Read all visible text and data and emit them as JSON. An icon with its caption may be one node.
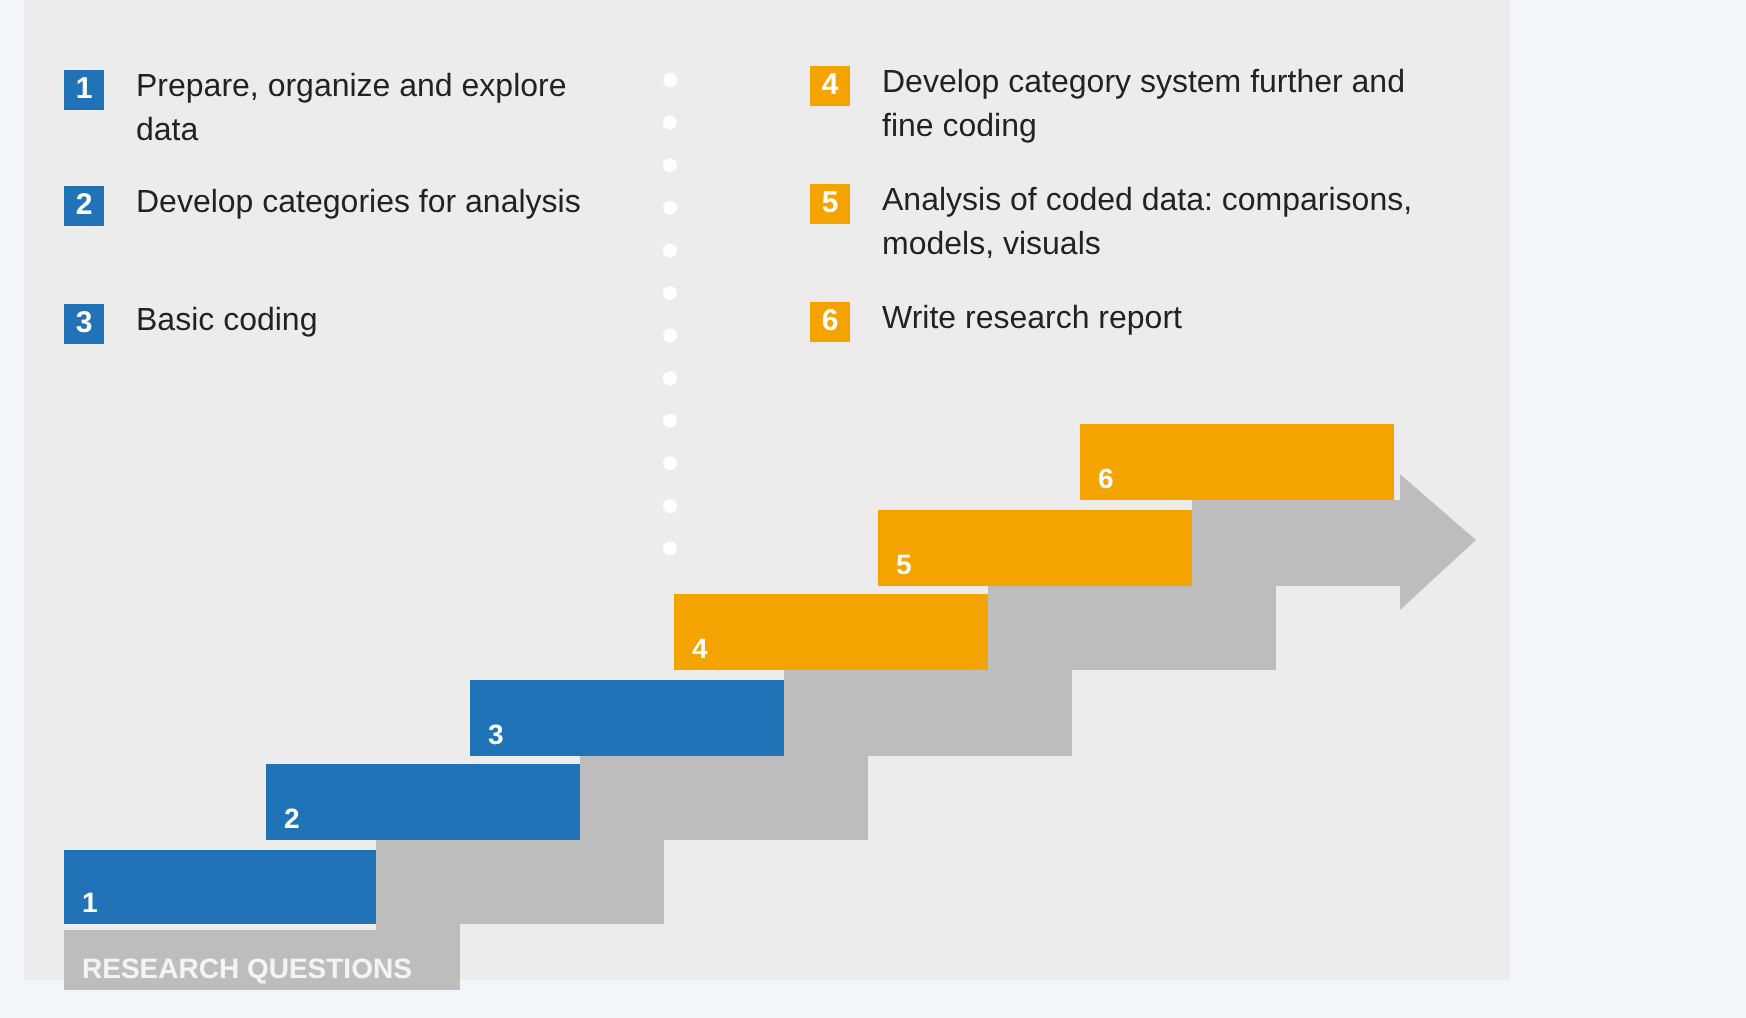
{
  "diagram": {
    "nodes": [
      {
        "text": [
          "RESEARCH QUESTIONS"
        ]
      },
      {
        "text": [
          "1"
        ]
      },
      {
        "text": [
          "2"
        ]
      },
      {
        "text": [
          "3"
        ]
      },
      {
        "text": [
          "4"
        ]
      },
      {
        "text": [
          "5"
        ]
      },
      {
        "text": [
          "6"
        ]
      }
    ],
    "edges": [],
    "labels": [
      "1",
      "2",
      "3",
      "4",
      "5",
      "6"
    ],
    "legend": [
      {
        "text": "Prepare, organize and explore data",
        "color": "#2173b8"
      },
      {
        "text": "Develop categories for analysis",
        "color": "#2173b8"
      },
      {
        "text": "Basic coding",
        "color": "#2173b8"
      },
      {
        "text": "Develop category system further and fine coding",
        "color": "#f5a300"
      },
      {
        "text": "Analysis of coded data: comparisons, models, visuals",
        "color": "#f5a300"
      },
      {
        "text": "Write research report",
        "color": "#f5a300"
      }
    ]
  }
}
